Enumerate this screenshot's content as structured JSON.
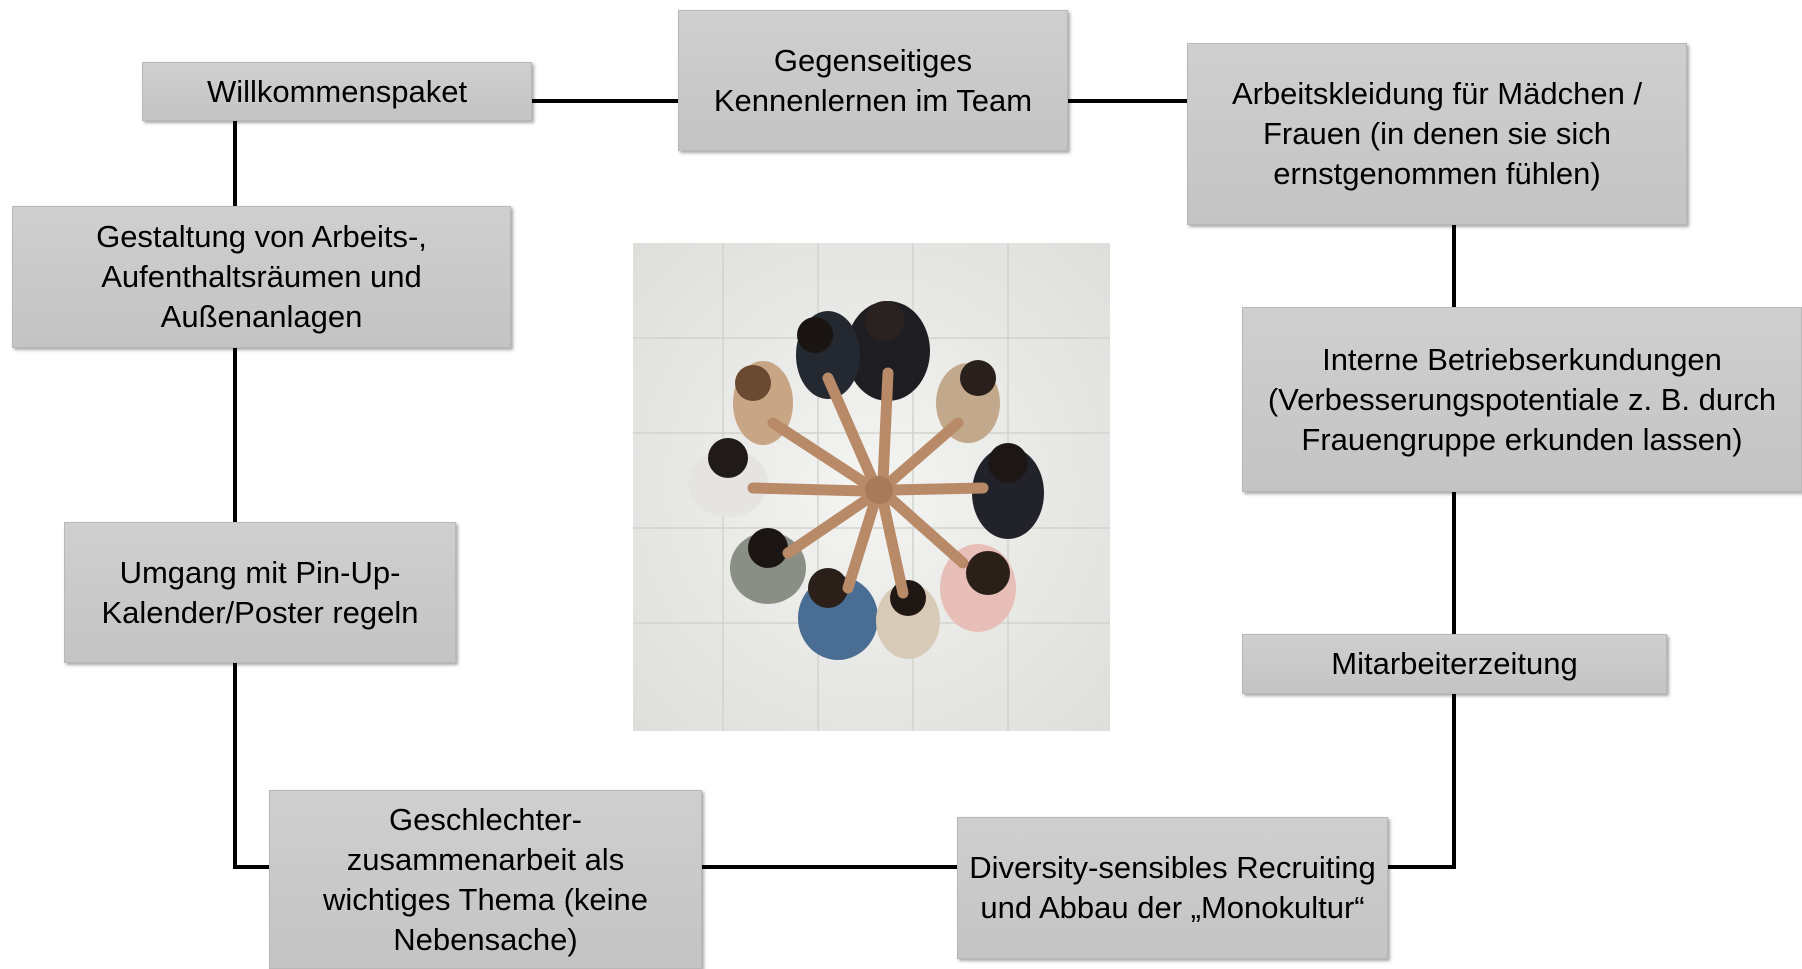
{
  "diagram": {
    "nodes": [
      {
        "id": "willkommen",
        "label": "Willkommenspaket"
      },
      {
        "id": "kennenlernen",
        "label": "Gegenseitiges Kennenlernen im Team"
      },
      {
        "id": "arbeitskleidung",
        "label": "Arbeitskleidung für Mädchen / Frauen (in denen sie sich ernstgenommen fühlen)"
      },
      {
        "id": "gestaltung",
        "label": "Gestaltung von Arbeits-, Aufenthaltsräumen und Außenanlagen"
      },
      {
        "id": "betriebserkundungen",
        "label": "Interne Betriebserkundungen (Verbesserungspotentiale z. B. durch Frauengruppe erkunden lassen)"
      },
      {
        "id": "pinup",
        "label": "Umgang mit Pin-Up-Kalender/Poster regeln"
      },
      {
        "id": "mitarbeiterzeitung",
        "label": "Mitarbeiterzeitung"
      },
      {
        "id": "geschlechter",
        "label": "Geschlechter-zusammenarbeit als wichtiges Thema (keine Nebensache)"
      },
      {
        "id": "diversity",
        "label": "Diversity-sensibles Recruiting und Abbau der „Monokultur“"
      }
    ],
    "edges": [
      [
        "willkommen",
        "kennenlernen"
      ],
      [
        "kennenlernen",
        "arbeitskleidung"
      ],
      [
        "arbeitskleidung",
        "betriebserkundungen"
      ],
      [
        "betriebserkundungen",
        "mitarbeiterzeitung"
      ],
      [
        "mitarbeiterzeitung",
        "diversity"
      ],
      [
        "diversity",
        "geschlechter"
      ],
      [
        "geschlechter",
        "pinup"
      ],
      [
        "pinup",
        "gestaltung"
      ],
      [
        "gestaltung",
        "willkommen"
      ]
    ],
    "center_image": "team-hands-together-photo",
    "colors": {
      "box_fill": "#c8c8c8",
      "connector": "#000000",
      "background": "#ffffff"
    }
  }
}
